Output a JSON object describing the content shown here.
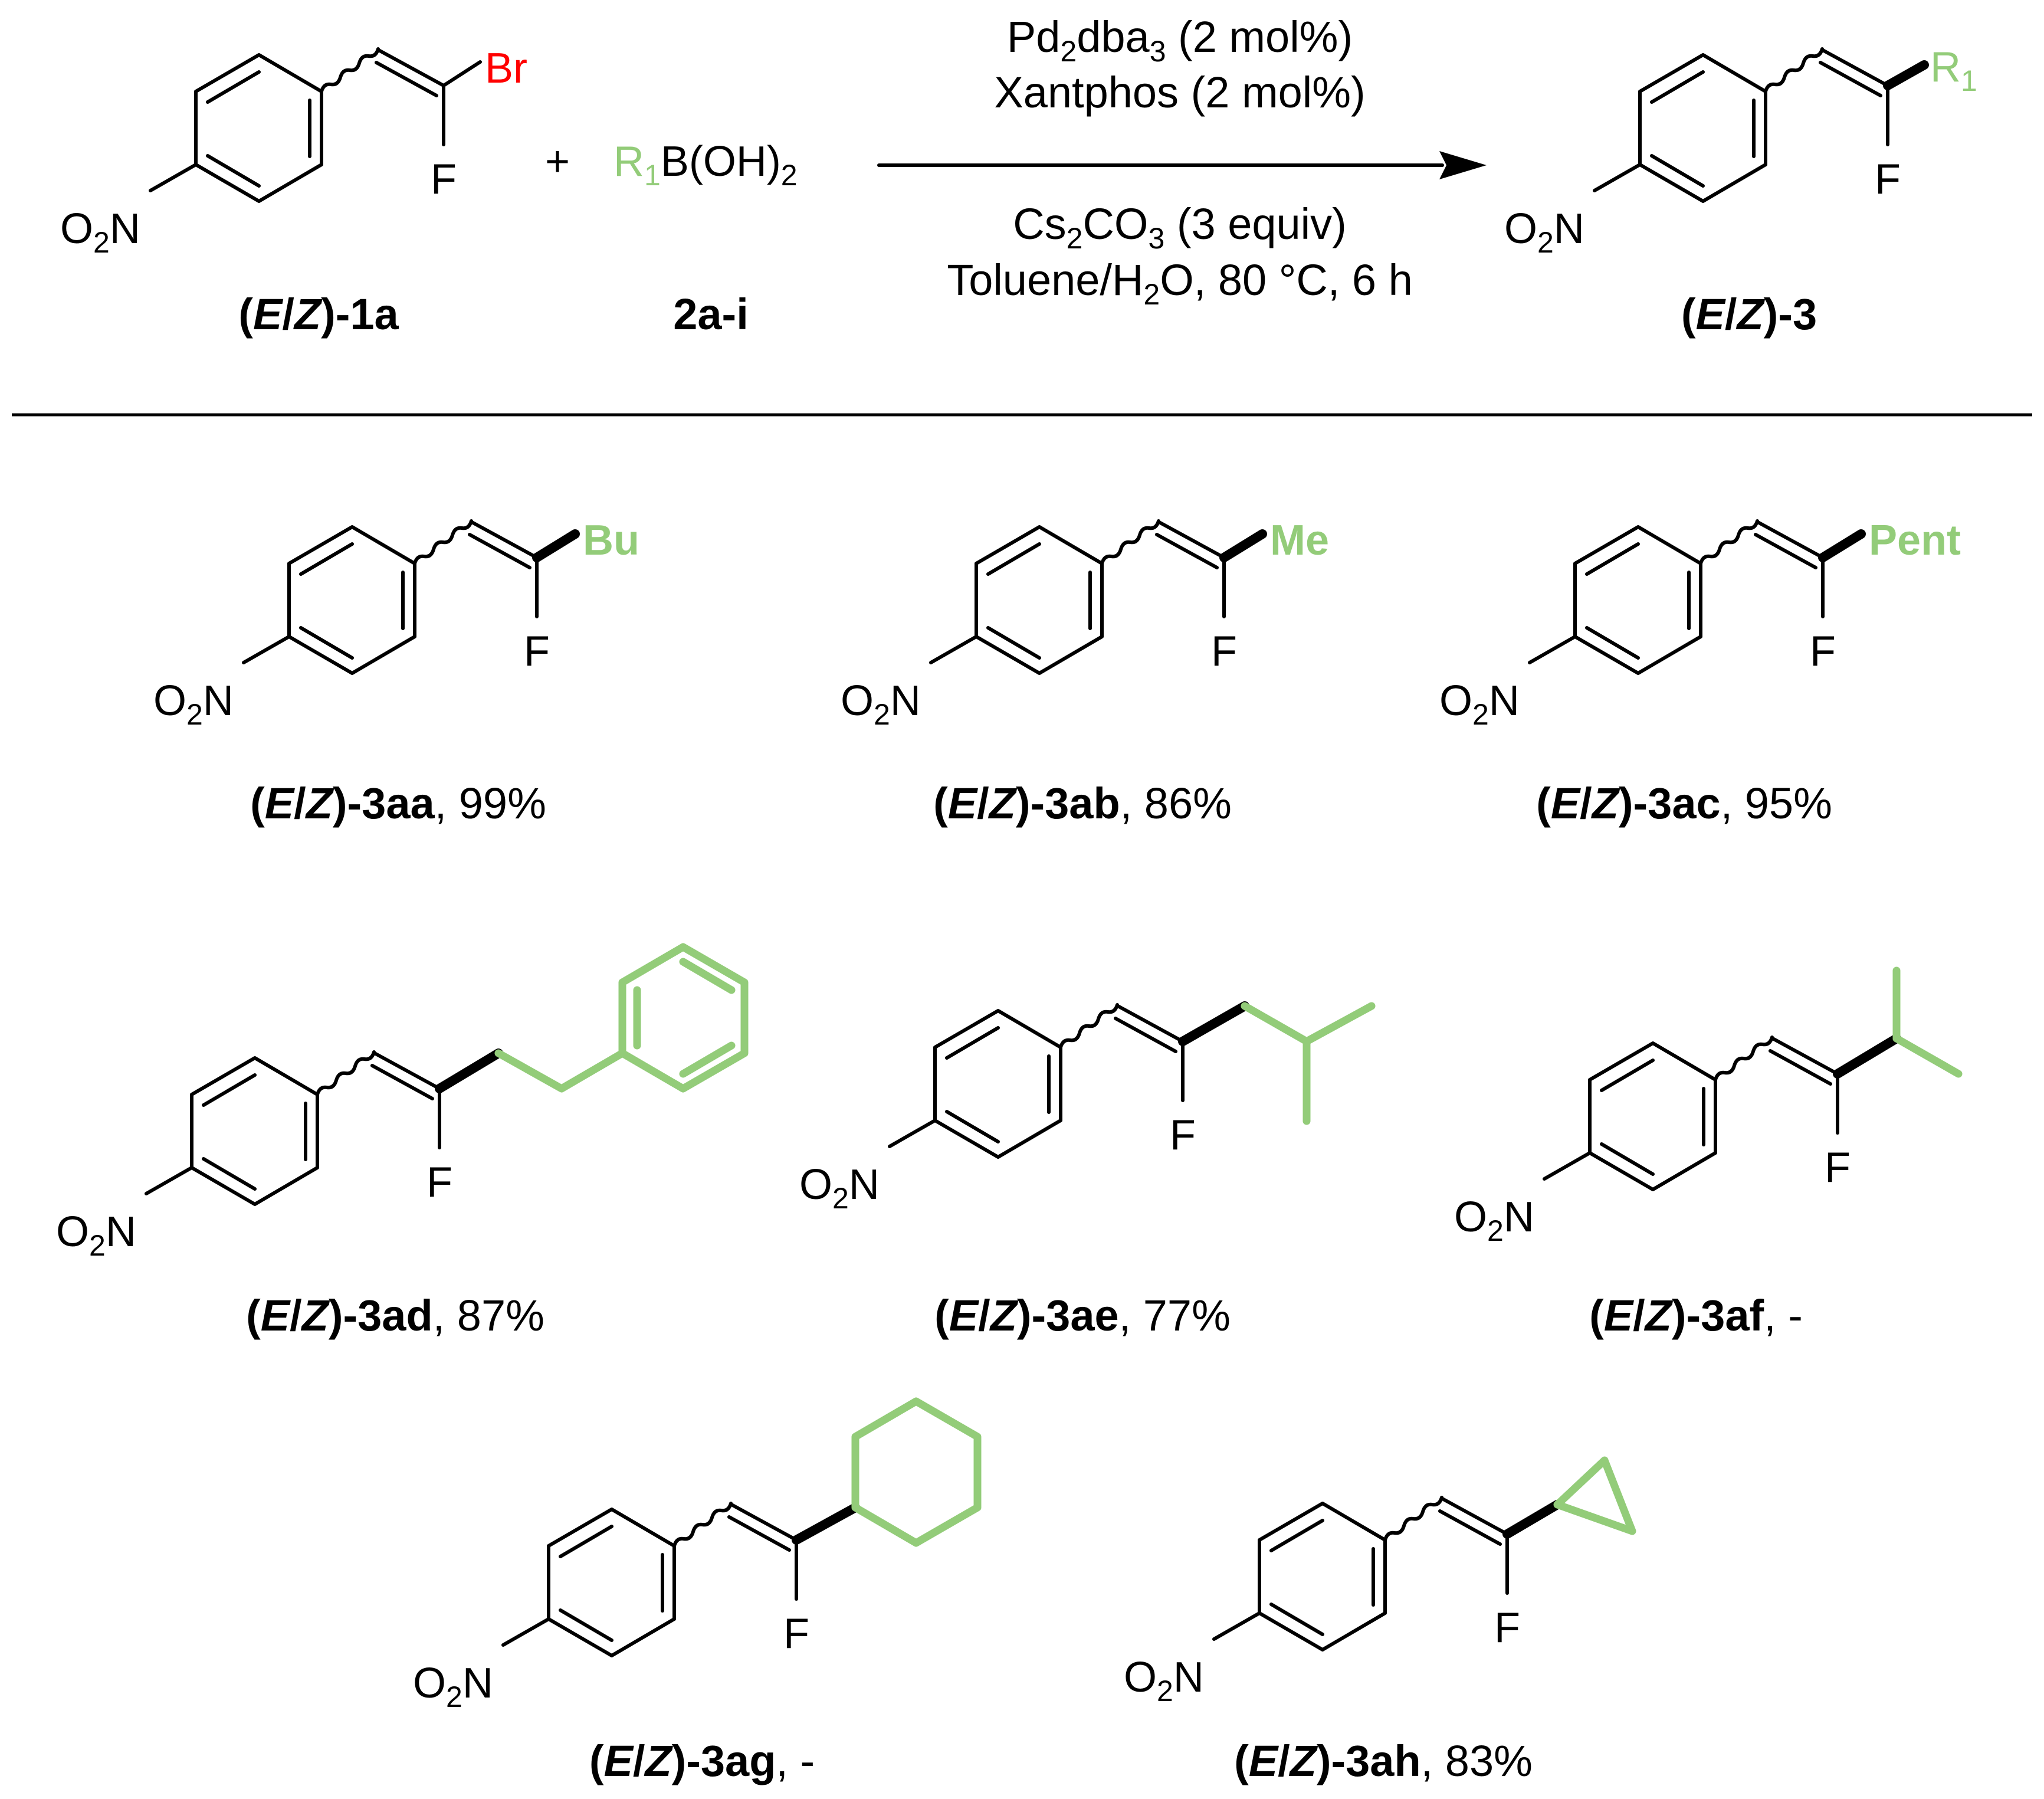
{
  "reaction": {
    "reactant1": {
      "halogen": "Br",
      "fluorine": "F",
      "nitro": {
        "o": "O",
        "sub": "2",
        "n": "N"
      },
      "label": {
        "open": "(",
        "e": "E",
        "slash": "/",
        "z": "Z",
        "rest": ")-1a"
      }
    },
    "plus": "+",
    "reactant2": {
      "r": "R",
      "r_sub": "1",
      "body": "B(OH)",
      "body_sub": "2",
      "label": "2a-i"
    },
    "conditions": {
      "line1": {
        "a": "Pd",
        "a_sub": "2",
        "b": "dba",
        "b_sub": "3",
        "c": " (2 mol%)"
      },
      "line2": "Xantphos (2 mol%)",
      "line3": {
        "a": "Cs",
        "a_sub": "2",
        "b": "CO",
        "b_sub": "3",
        "c": " (3 equiv)"
      },
      "line4": {
        "a": "Toluene/H",
        "a_sub": "2",
        "b": "O, 80 °C, 6 h"
      }
    },
    "product": {
      "r": "R",
      "r_sub": "1",
      "fluorine": "F",
      "nitro": {
        "o": "O",
        "sub": "2",
        "n": "N"
      },
      "label": {
        "open": "(",
        "e": "E",
        "slash": "/",
        "z": "Z",
        "rest": ")-3"
      }
    }
  },
  "products": [
    {
      "id": "3aa",
      "substituent": "Bu",
      "bold": ")-3aa",
      "yield": ", 99%"
    },
    {
      "id": "3ab",
      "substituent": "Me",
      "bold": ")-3ab",
      "yield": ", 86%"
    },
    {
      "id": "3ac",
      "substituent": "Pent",
      "bold": ")-3ac",
      "yield": ", 95%"
    },
    {
      "id": "3ad",
      "substituent": "",
      "bold": ")-3ad",
      "yield": ", 87%"
    },
    {
      "id": "3ae",
      "substituent": "",
      "bold": ")-3ae",
      "yield": ", 77%"
    },
    {
      "id": "3af",
      "substituent": "",
      "bold": ")-3af",
      "yield": ", -"
    },
    {
      "id": "3ag",
      "substituent": "",
      "bold": ")-3ag",
      "yield": ", -"
    },
    {
      "id": "3ah",
      "substituent": "",
      "bold": ")-3ah",
      "yield": ", 83%"
    }
  ],
  "common": {
    "fluorine": "F",
    "o": "O",
    "sub2": "2",
    "n": "N",
    "open": "(",
    "e": "E",
    "slash": "/",
    "z": "Z"
  },
  "colors": {
    "substituent": "#93cc79",
    "halogen": "#ff0000",
    "ink": "#000000"
  }
}
